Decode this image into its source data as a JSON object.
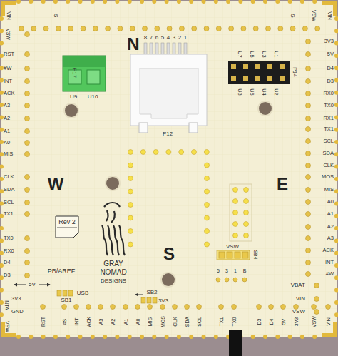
{
  "diagram": {
    "labels": [
      "VIN",
      "S",
      "G",
      "VSW",
      "VIN",
      "VSW",
      "RST",
      "#W",
      "INT",
      "ACK",
      "A3",
      "A2",
      "A1",
      "A0",
      "MIS",
      "CLK",
      "SDA",
      "SCL",
      "TX1",
      "TX0",
      "RX0",
      "D4",
      "D3",
      "NTA",
      "3V3",
      "GND",
      "VSW",
      "3V3",
      "5V",
      "D4",
      "D3",
      "RX0",
      "TX0",
      "RX1",
      "TX1",
      "SCL",
      "SDA",
      "CLK",
      "MOS",
      "MIS",
      "A0",
      "A1",
      "A2",
      "A3",
      "ACK",
      "INT",
      "#W",
      "VBAT",
      "VIN",
      "VSW",
      "RST",
      "#S",
      "INT",
      "ACK",
      "A3",
      "A2",
      "A1",
      "A0",
      "MIS",
      "MOS",
      "CLK",
      "SDA",
      "SCL",
      "TX1",
      "TX0",
      "D3",
      "D4",
      "5V",
      "3V3",
      "VSW",
      "VIN",
      "N",
      "8",
      "7",
      "6",
      "5",
      "4",
      "3",
      "2",
      "1",
      "P17",
      "U9",
      "U10",
      "P12",
      "U7",
      "U5",
      "U3",
      "U1",
      "P14",
      "U8",
      "U6",
      "U4",
      "U2",
      "W",
      "E",
      "S",
      "Rev 2",
      "GRAY",
      "NOMAD",
      "DESIGNS",
      "PB/AREF",
      "5V",
      "USB",
      "SB1",
      "SB2",
      "3V3",
      "VSW",
      "5",
      "3",
      "1",
      "B",
      "SB4"
    ]
  }
}
